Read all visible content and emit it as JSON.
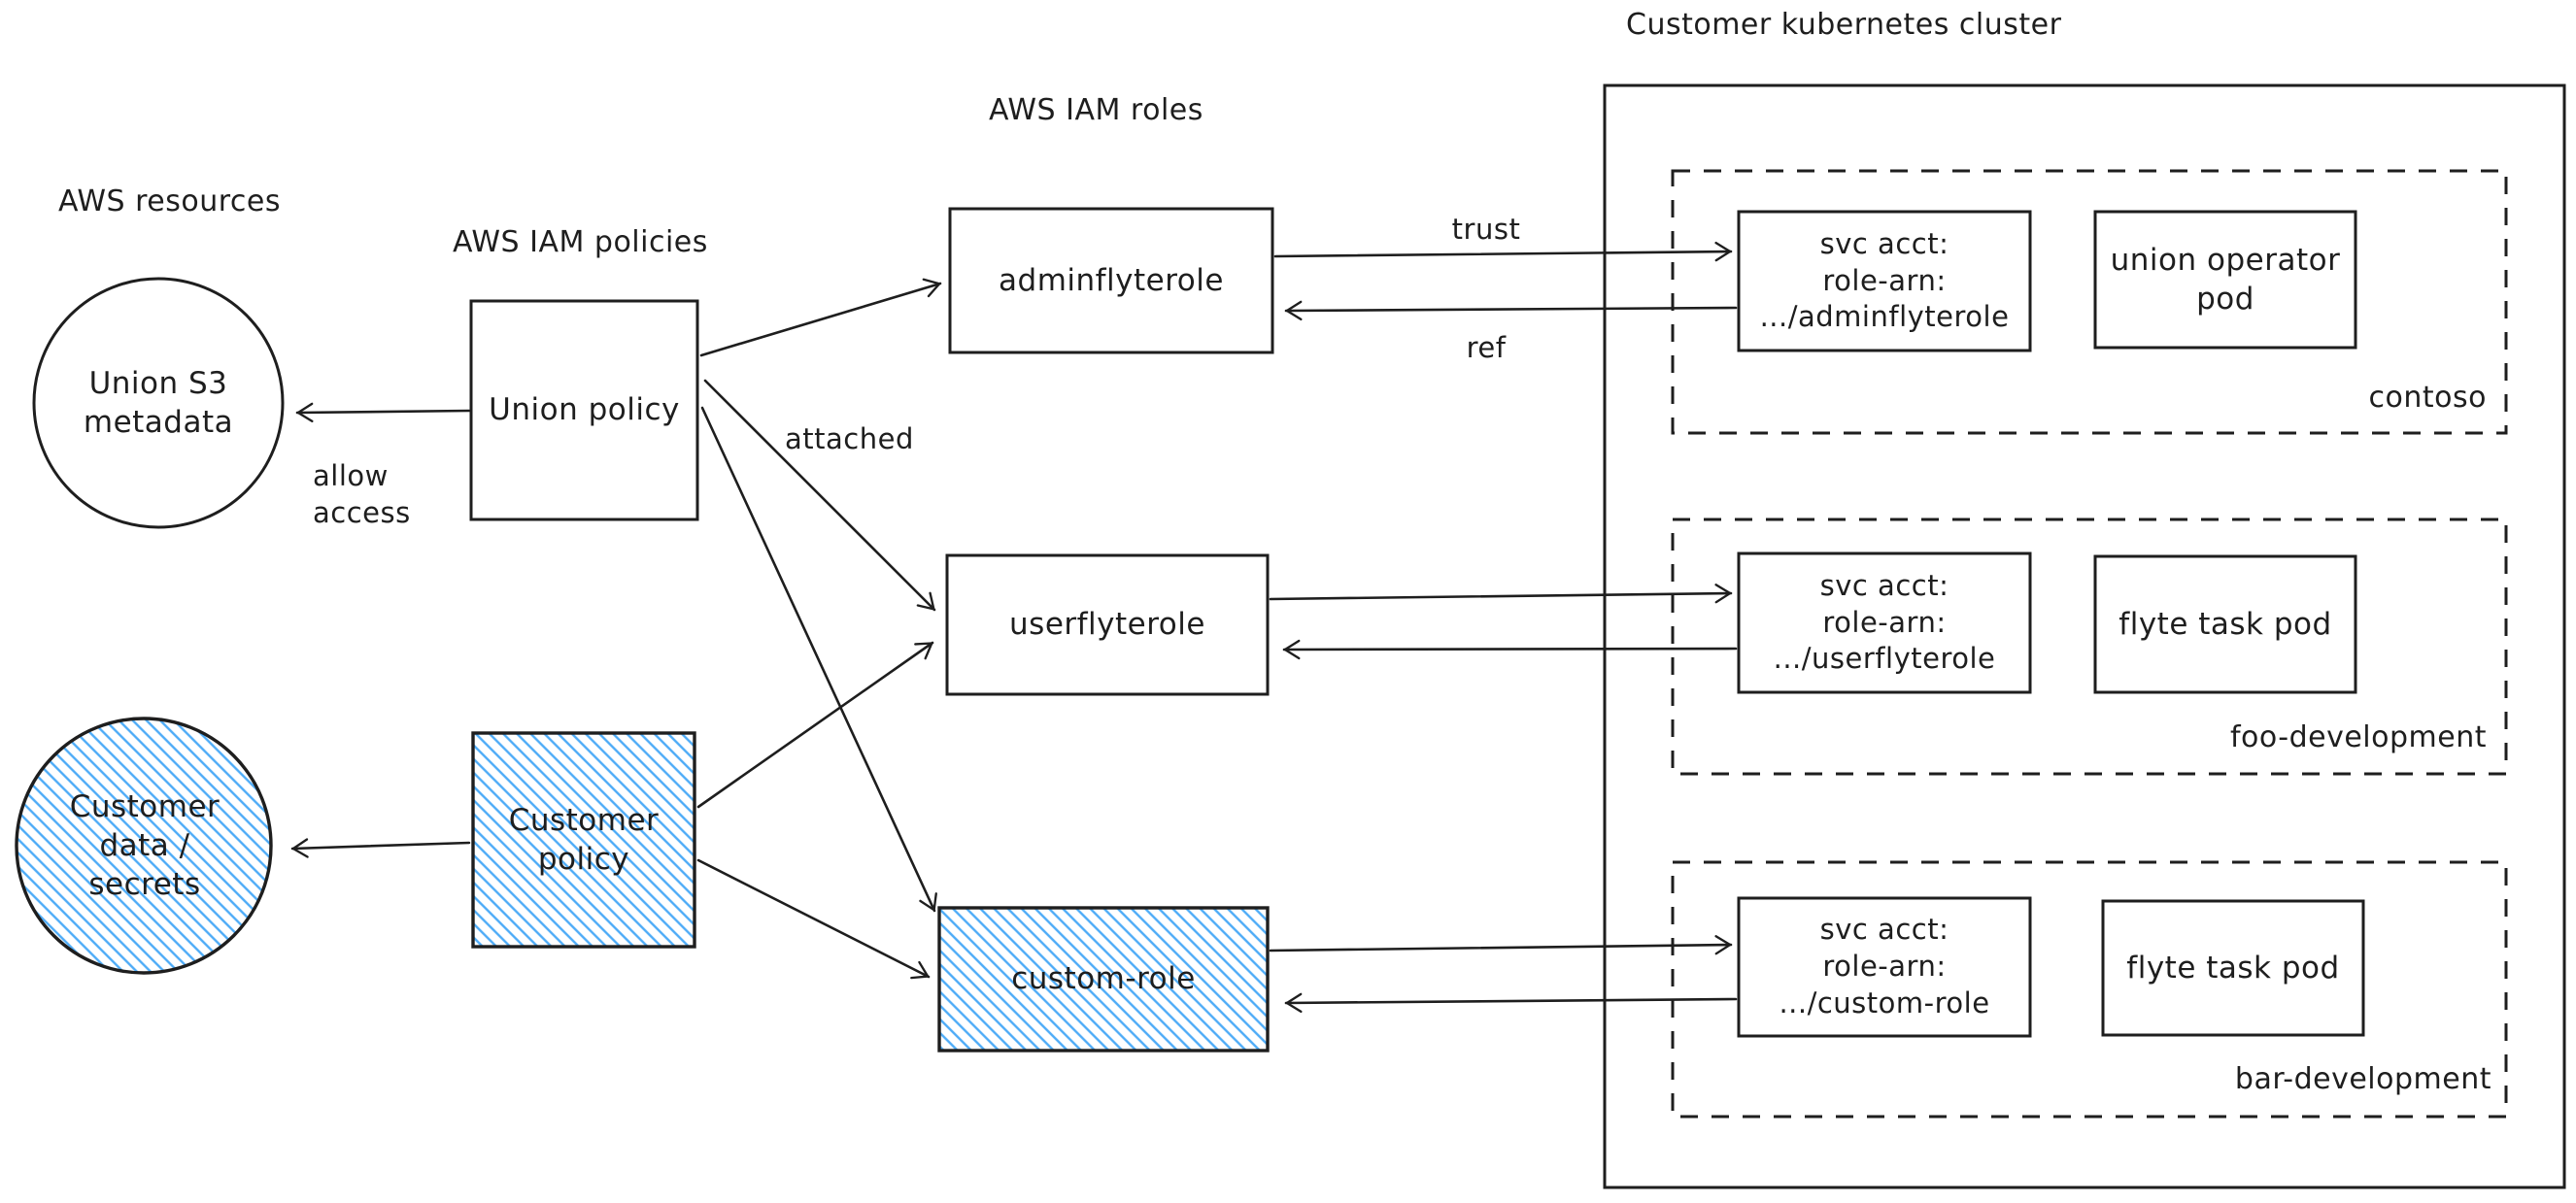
{
  "colors": {
    "stroke": "#1e1e1e",
    "hatch_blue": "#4dabf7",
    "background": "#ffffff"
  },
  "titles": {
    "cluster": "Customer kubernetes cluster",
    "aws_resources": "AWS resources",
    "aws_iam_policies": "AWS IAM policies",
    "aws_iam_roles": "AWS IAM roles"
  },
  "nodes": {
    "union_s3": "Union S3\nmetadata",
    "customer_data": "Customer\ndata /\nsecrets",
    "union_policy": "Union policy",
    "customer_policy": "Customer\npolicy",
    "adminflyterole": "adminflyterole",
    "userflyterole": "userflyterole",
    "custom_role": "custom-role",
    "svc_acct_admin": "svc acct:\nrole-arn:\n.../adminflyterole",
    "svc_acct_user": "svc acct:\nrole-arn:\n.../userflyterole",
    "svc_acct_custom": "svc acct:\nrole-arn:\n.../custom-role",
    "union_operator_pod": "union operator\npod",
    "flyte_task_pod_foo": "flyte task pod",
    "flyte_task_pod_bar": "flyte task pod"
  },
  "namespaces": [
    "contoso",
    "foo-development",
    "bar-development"
  ],
  "edge_labels": {
    "allow_access": "allow\naccess",
    "attached": "attached",
    "trust": "trust",
    "ref": "ref"
  },
  "connections": [
    {
      "from": "Union policy",
      "to": "Union S3 metadata",
      "label": "allow access"
    },
    {
      "from": "Union policy",
      "to": "adminflyterole",
      "label": "attached"
    },
    {
      "from": "Union policy",
      "to": "userflyterole",
      "label": "attached"
    },
    {
      "from": "Union policy",
      "to": "custom-role",
      "label": "attached"
    },
    {
      "from": "Customer policy",
      "to": "Customer data / secrets",
      "label": ""
    },
    {
      "from": "Customer policy",
      "to": "userflyterole",
      "label": ""
    },
    {
      "from": "Customer policy",
      "to": "custom-role",
      "label": ""
    },
    {
      "from": "adminflyterole",
      "to": "svc acct .../adminflyterole",
      "label": "trust"
    },
    {
      "from": "svc acct .../adminflyterole",
      "to": "adminflyterole",
      "label": "ref"
    },
    {
      "from": "userflyterole",
      "to": "svc acct .../userflyterole",
      "label": ""
    },
    {
      "from": "svc acct .../userflyterole",
      "to": "userflyterole",
      "label": ""
    },
    {
      "from": "custom-role",
      "to": "svc acct .../custom-role",
      "label": ""
    },
    {
      "from": "svc acct .../custom-role",
      "to": "custom-role",
      "label": ""
    }
  ]
}
